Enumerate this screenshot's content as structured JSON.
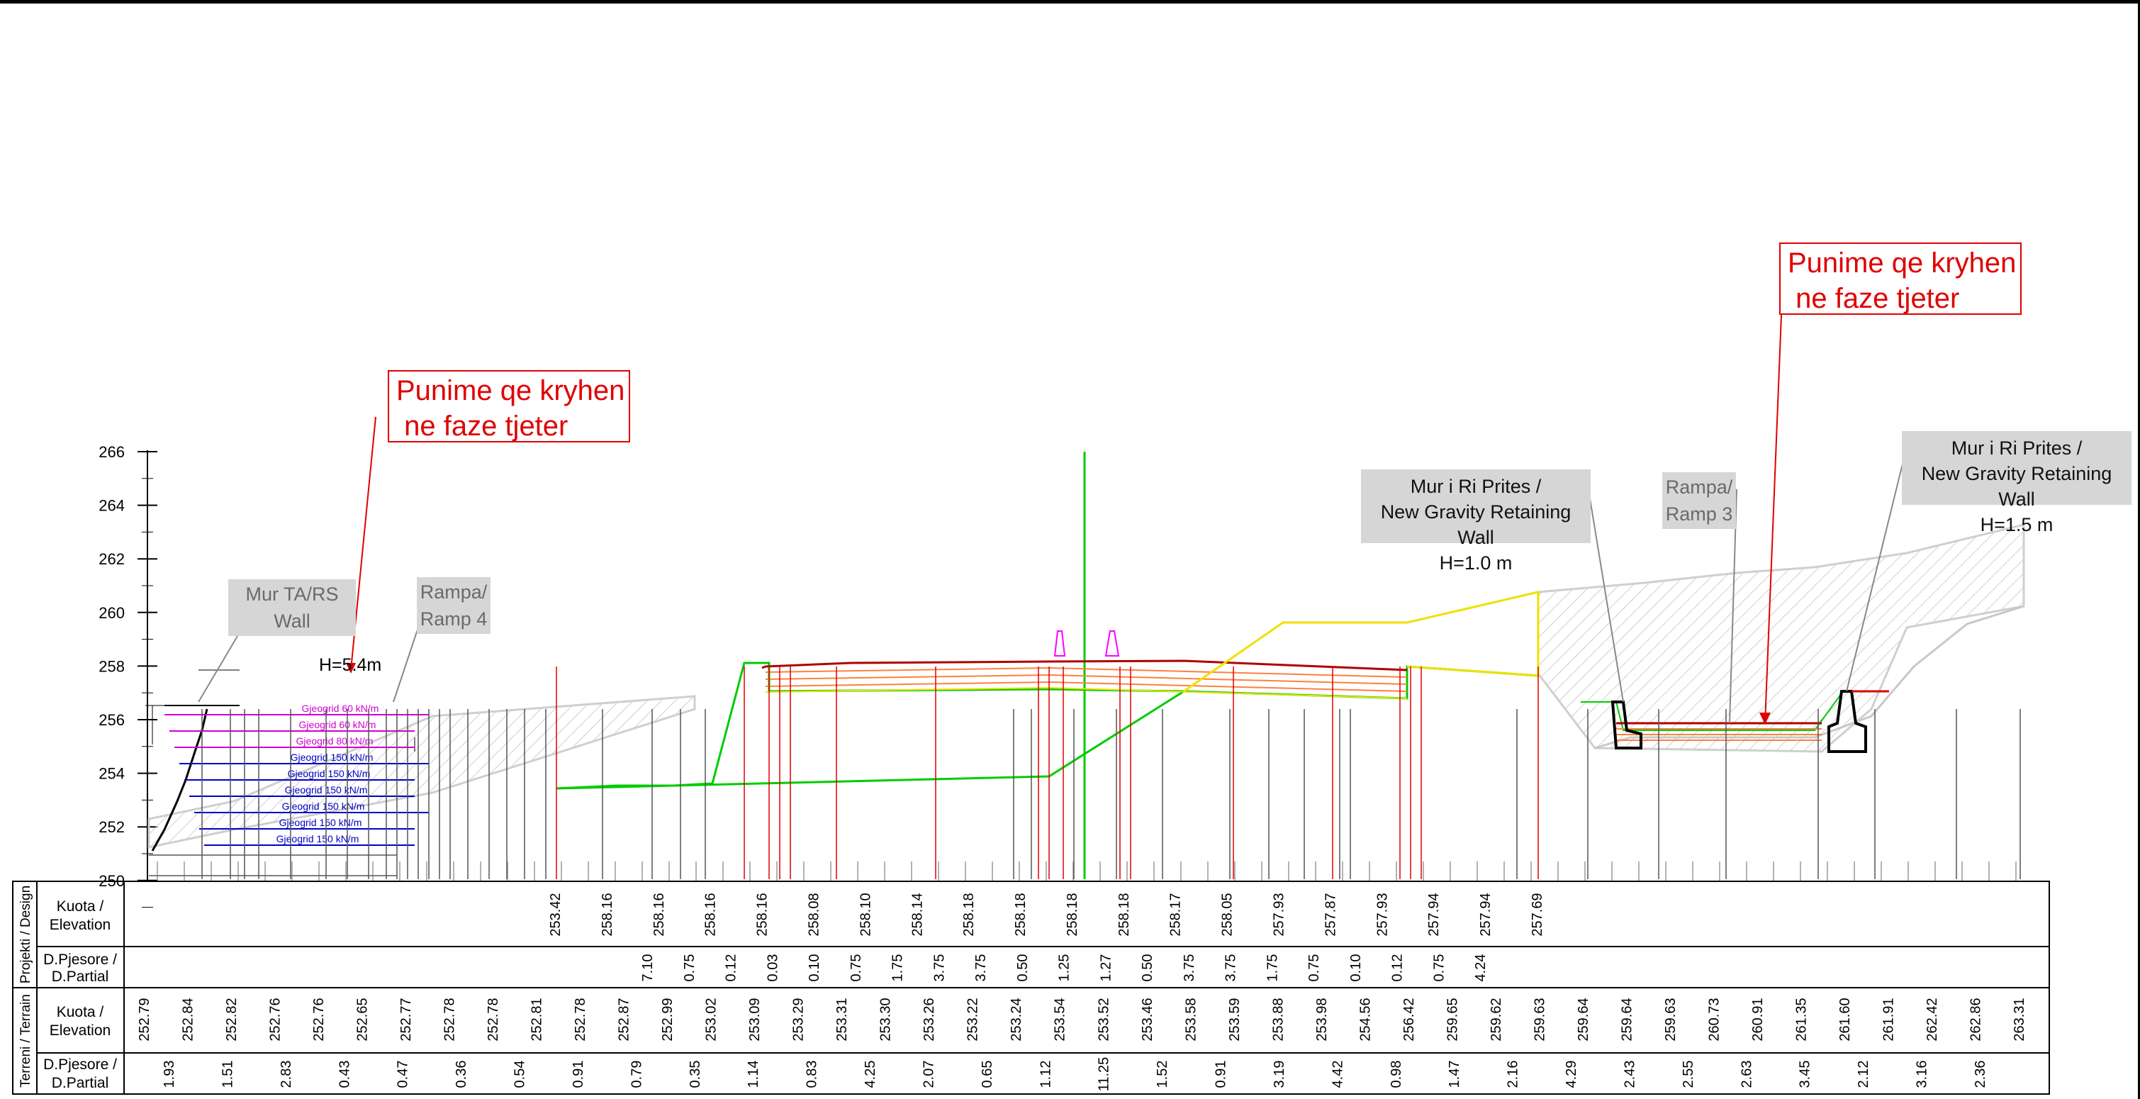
{
  "callouts": {
    "red_left": "Punime qe kryhen\n ne faze tjeter",
    "red_right": "Punime qe kryhen\n ne faze tjeter",
    "wall_left_1": "Mur i Ri Prites /",
    "wall_left_2": "New Gravity Retaining Wall",
    "wall_left_3": "H=1.0 m",
    "wall_right_1": "Mur i Ri Prites /",
    "wall_right_2": "New Gravity Retaining Wall",
    "wall_right_3": "H=1.5 m",
    "ramp3_1": "Rampa/",
    "ramp3_2": "Ramp 3",
    "ramp4_1": "Rampa/",
    "ramp4_2": "Ramp 4",
    "mur_ta_1": "Mur TA/RS",
    "mur_ta_2": "Wall",
    "height_label": "H=5.4m"
  },
  "axis": {
    "y_ticks": [
      "266",
      "264",
      "262",
      "260",
      "258",
      "256",
      "254",
      "252",
      "250"
    ]
  },
  "geogrids": [
    {
      "label": "Gjeogrid 60 kN/m",
      "color": "#d000d0"
    },
    {
      "label": "Gjeogrid 60 kN/m",
      "color": "#d000d0"
    },
    {
      "label": "Gjeogrid 80 kN/m",
      "color": "#d000d0"
    },
    {
      "label": "Gjeogrid 150 kN/m",
      "color": "#0000c8"
    },
    {
      "label": "Gjeogrid 150 kN/m",
      "color": "#0000c8"
    },
    {
      "label": "Gjeogrid 150 kN/m",
      "color": "#0000c8"
    },
    {
      "label": "Gjeogrid 150 kN/m",
      "color": "#0000c8"
    },
    {
      "label": "Gjeogrid 150 kN/m",
      "color": "#0000c8"
    },
    {
      "label": "Gjeogrid 150 kN/m",
      "color": "#0000c8"
    }
  ],
  "table": {
    "group_design": "Projekti / Design",
    "group_terrain": "Terreni / Terrain",
    "row_kuota": [
      "Kuota /",
      "Elevation"
    ],
    "row_dpj": [
      "D.Pjesore /",
      "D.Partial"
    ],
    "design_elevation": [
      "253.42",
      "258.16",
      "258.16",
      "258.16",
      "258.16",
      "258.08",
      "258.10",
      "258.14",
      "258.18",
      "258.18",
      "258.18",
      "258.18",
      "258.17",
      "258.05",
      "257.93",
      "257.87",
      "257.93",
      "257.94",
      "257.94",
      "257.69"
    ],
    "design_partial": [
      "7.10",
      "0.75",
      "0.12",
      "0.03",
      "0.10",
      "0.75",
      "1.75",
      "3.75",
      "3.75",
      "0.50",
      "1.25",
      "1.27",
      "0.50",
      "3.75",
      "3.75",
      "1.75",
      "0.75",
      "0.10",
      "0.12",
      "0.75",
      "4.24"
    ],
    "terrain_elevation": [
      "252.79",
      "252.84",
      "252.82",
      "252.76",
      "252.76",
      "252.65",
      "252.77",
      "252.78",
      "252.78",
      "252.81",
      "252.78",
      "252.87",
      "252.99",
      "253.02",
      "253.09",
      "253.29",
      "253.31",
      "253.30",
      "253.26",
      "253.22",
      "253.24",
      "253.54",
      "253.52",
      "253.46",
      "253.58",
      "253.59",
      "253.88",
      "253.98",
      "254.56",
      "256.42",
      "259.65",
      "259.62",
      "259.63",
      "259.64",
      "259.64",
      "259.63",
      "260.73",
      "260.91",
      "261.35",
      "261.60",
      "261.91",
      "262.42",
      "262.86",
      "263.31"
    ],
    "terrain_partial": [
      "1.93",
      "1.51",
      "2.83",
      "0.43",
      "0.47",
      "0.36",
      "0.54",
      "0.91",
      "0.79",
      "0.35",
      "1.14",
      "0.83",
      "4.25",
      "2.07",
      "0.65",
      "1.12",
      "11.25",
      "1.52",
      "0.91",
      "3.19",
      "4.42",
      "0.98",
      "1.47",
      "2.16",
      "4.29",
      "2.43",
      "2.55",
      "2.63",
      "3.45",
      "2.12",
      "3.16",
      "2.36"
    ]
  },
  "colors": {
    "design_line": "#00cc00",
    "pavement": "#b00000",
    "layers": "#ff8040",
    "yellow": "#f0e000",
    "terrain_hatch": "#c8c8c8",
    "callout_red": "#e00000"
  }
}
